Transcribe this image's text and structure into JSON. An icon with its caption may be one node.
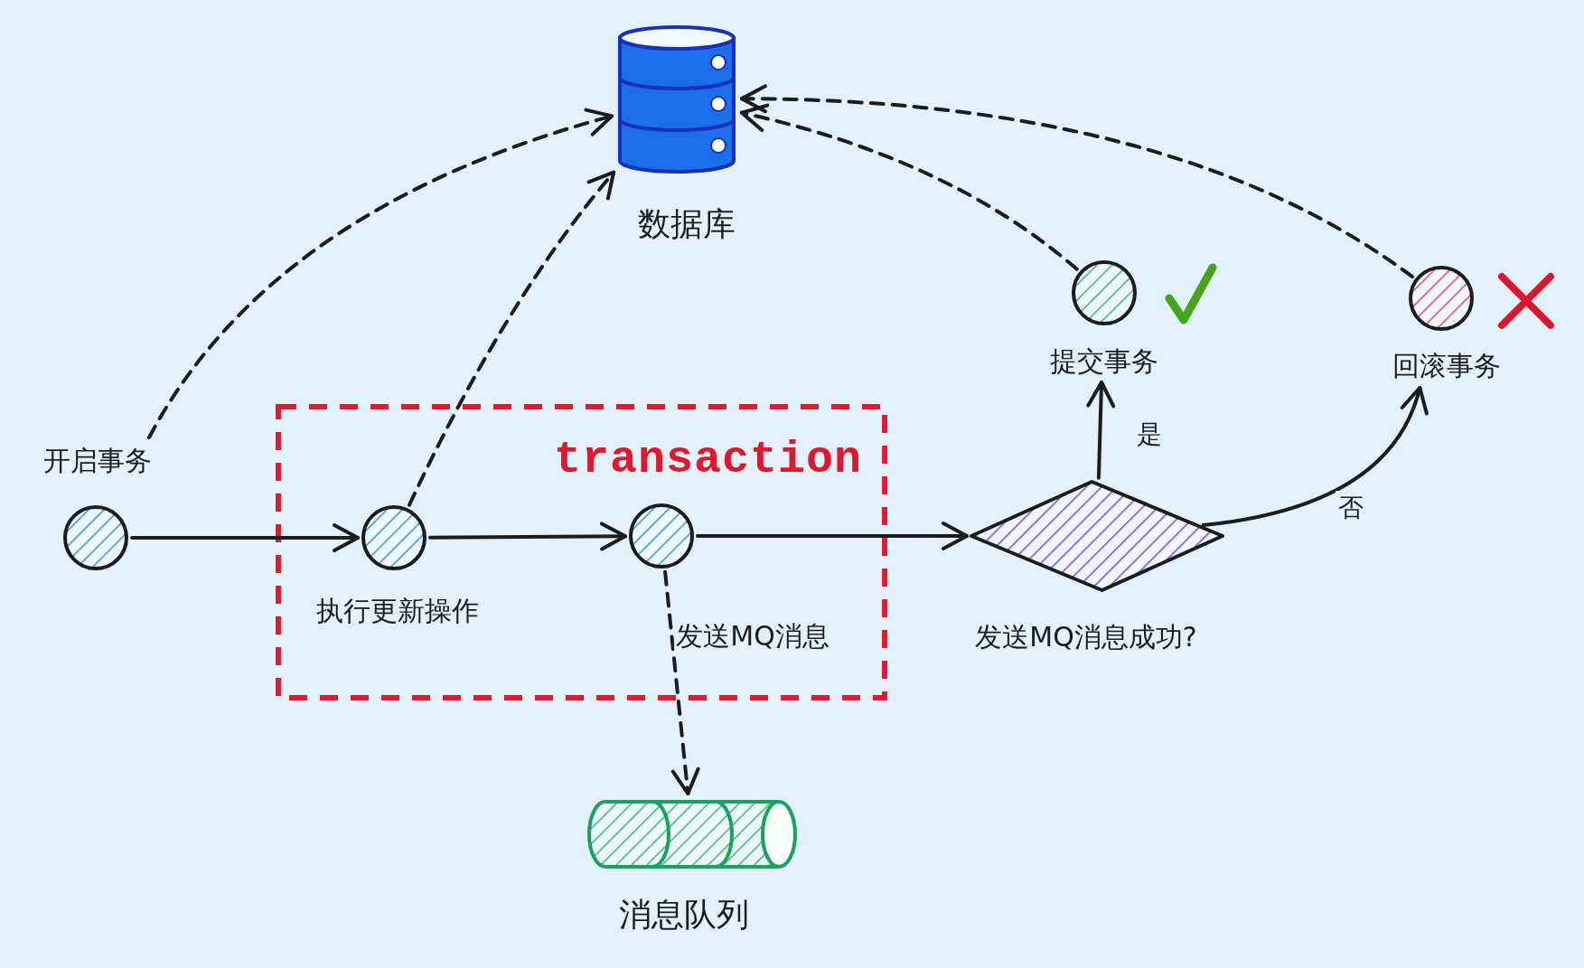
{
  "diagram": {
    "nodes": [
      {
        "text": [
          "数据库"
        ]
      },
      {
        "text": [
          "开启事务"
        ]
      },
      {
        "text": [
          "transaction"
        ]
      },
      {
        "text": [
          "执行更新操作"
        ],
        "in": 2
      },
      {
        "text": [
          "发送MQ消息"
        ],
        "in": 2
      },
      {
        "text": [
          "发送MQ消息成功?"
        ]
      },
      {
        "text": [
          "提交事务"
        ]
      },
      {
        "text": [
          "回滚事务"
        ]
      },
      {
        "text": [
          "消息队列"
        ]
      }
    ],
    "edges": [
      {
        "from": 1,
        "to": 0,
        "arrow": "to",
        "style": "dashed"
      },
      {
        "from": 3,
        "to": 0,
        "arrow": "to",
        "style": "dashed"
      },
      {
        "from": 6,
        "to": 0,
        "arrow": "to",
        "style": "dashed"
      },
      {
        "from": 7,
        "to": 0,
        "arrow": "to",
        "style": "dashed"
      },
      {
        "from": 4,
        "to": 8,
        "arrow": "to",
        "style": "dashed"
      },
      {
        "from": 1,
        "to": 3,
        "arrow": "to"
      },
      {
        "from": 3,
        "to": 4,
        "arrow": "to"
      },
      {
        "from": 4,
        "to": 5,
        "arrow": "to"
      },
      {
        "from": 5,
        "to": 6,
        "arrow": "to",
        "label": "是"
      },
      {
        "from": 5,
        "to": 7,
        "arrow": "to",
        "label": "否"
      }
    ]
  }
}
